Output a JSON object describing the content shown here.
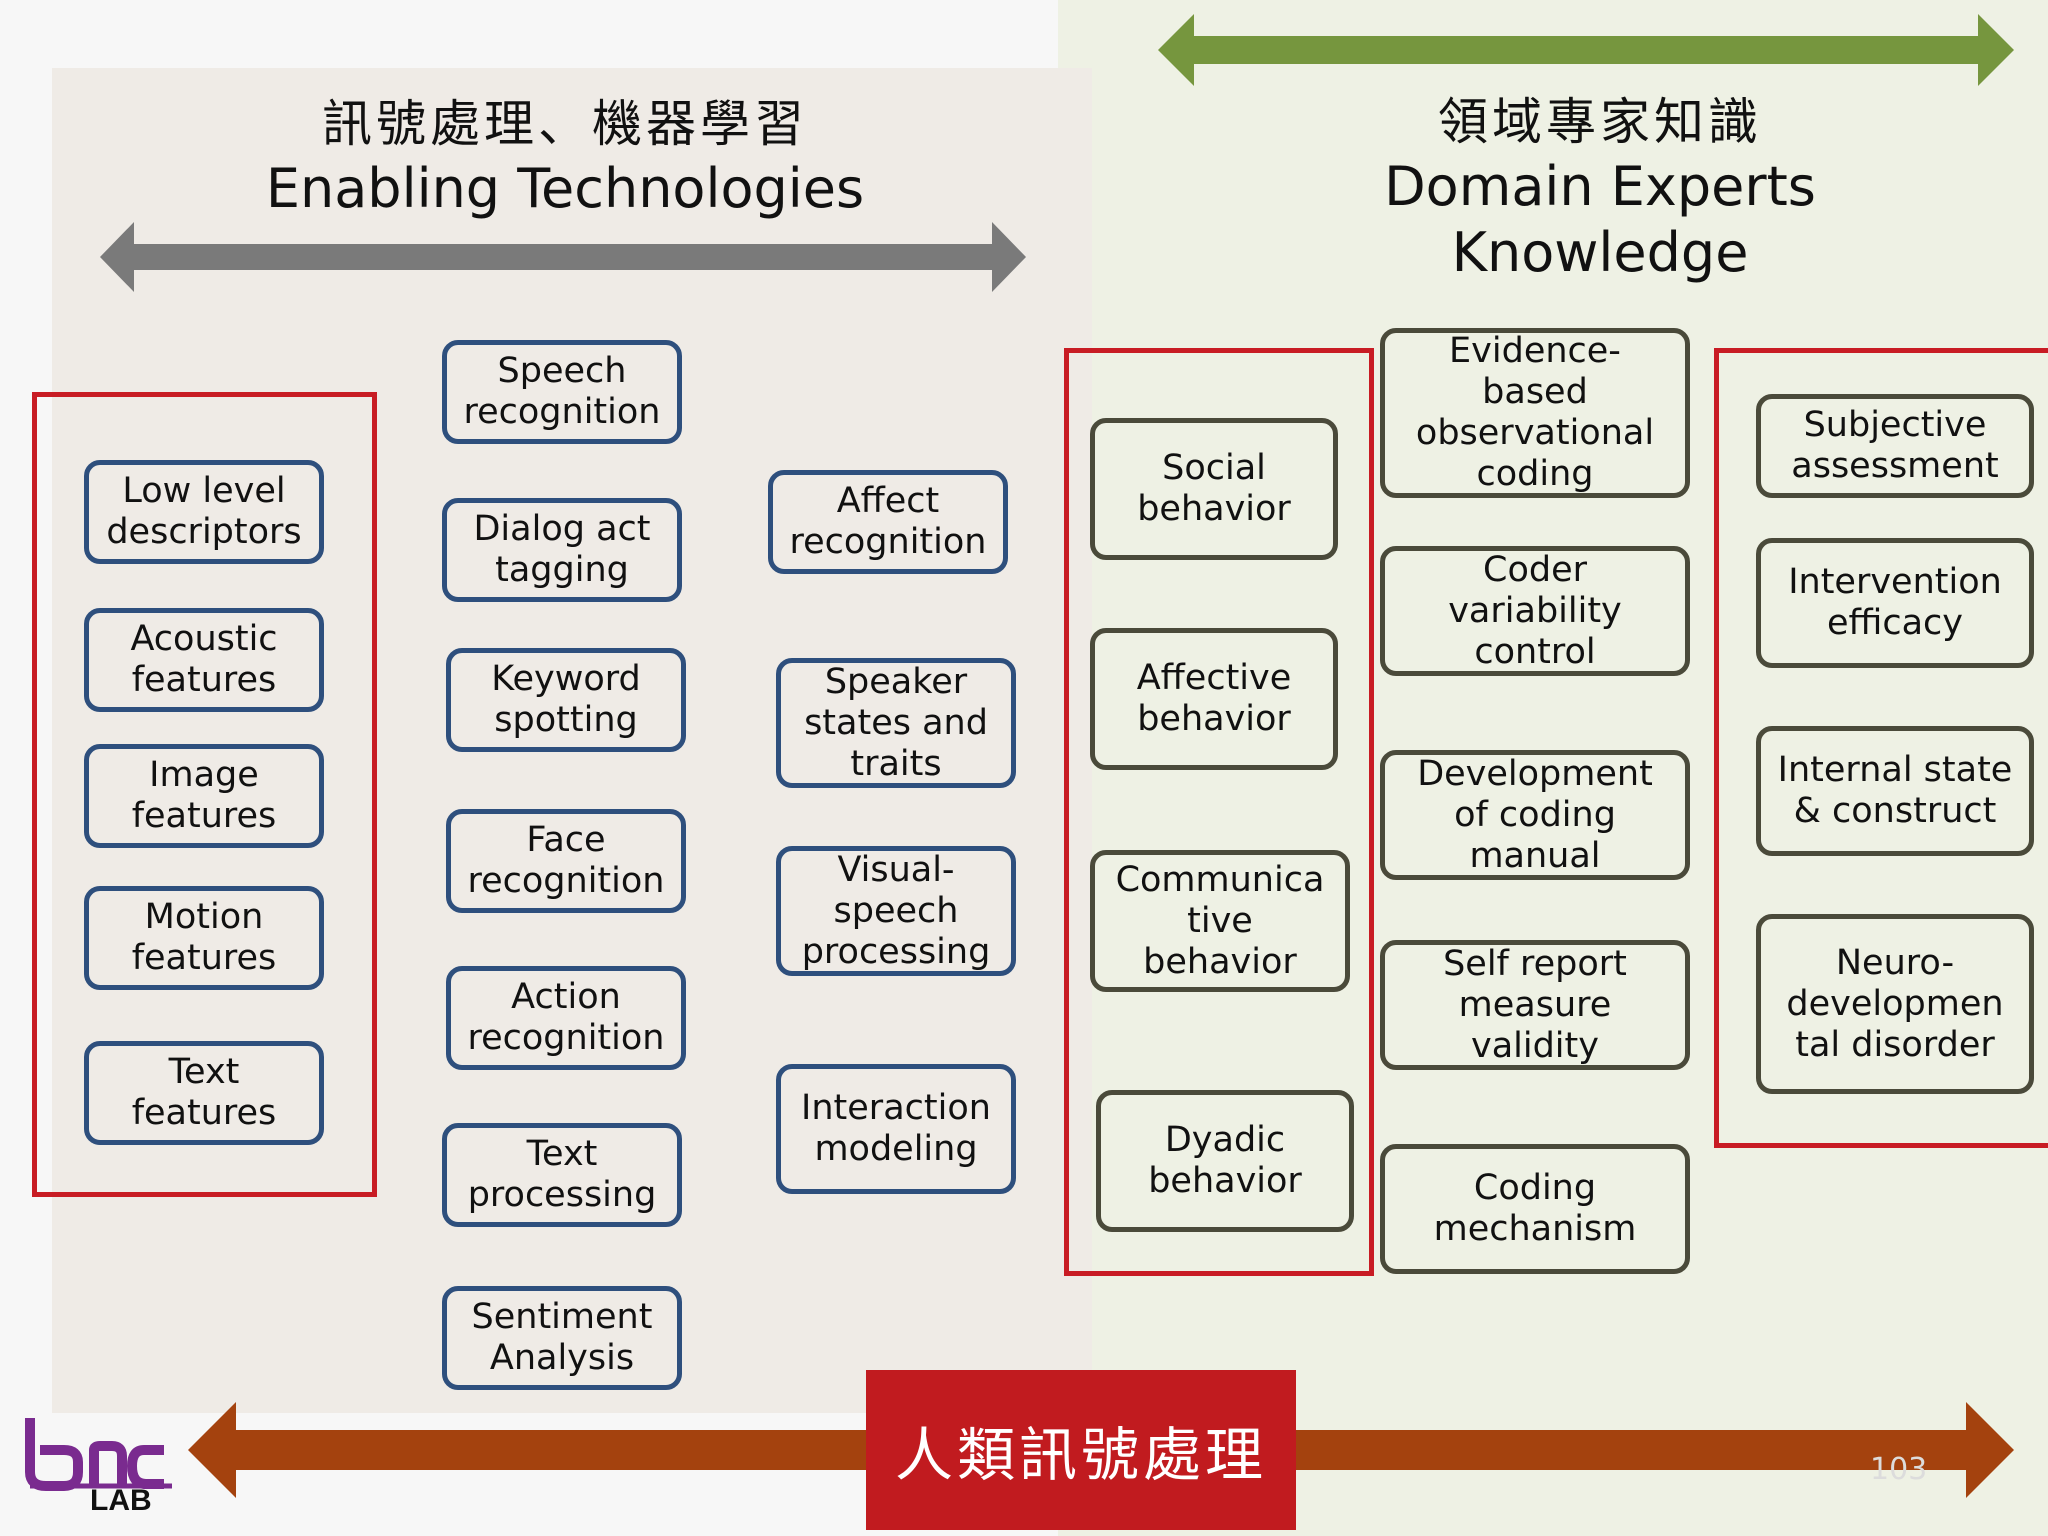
{
  "left": {
    "title_zh": "訊號處理、機器學習",
    "title_en": "Enabling Technologies",
    "features": [
      "Low level\ndescriptors",
      "Acoustic\nfeatures",
      "Image\nfeatures",
      "Motion\nfeatures",
      "Text\nfeatures"
    ],
    "technologies_col1": [
      "Speech\nrecognition",
      "Dialog act\ntagging",
      "Keyword\nspotting",
      "Face\nrecognition",
      "Action\nrecognition",
      "Text\nprocessing",
      "Sentiment\nAnalysis"
    ],
    "technologies_col2": [
      "Affect\nrecognition",
      "Speaker\nstates and\ntraits",
      "Visual-\nspeech\nprocessing",
      "Interaction\nmodeling"
    ]
  },
  "right": {
    "title_zh": "領域專家知識",
    "title_en": "Domain Experts Knowledge",
    "behaviors": [
      "Social\nbehavior",
      "Affective\nbehavior",
      "Communica\ntive\nbehavior",
      "Dyadic\nbehavior"
    ],
    "coding": [
      "Evidence-\nbased\nobservational\ncoding",
      "Coder\nvariability\ncontrol",
      "Development\nof coding\nmanual",
      "Self report\nmeasure\nvalidity",
      "Coding\nmechanism"
    ],
    "outcomes": [
      "Subjective\nassessment",
      "Intervention\nefficacy",
      "Internal state\n& construct",
      "Neuro-\ndevelopmen\ntal disorder"
    ]
  },
  "banner": {
    "label": "人類訊號處理"
  },
  "logo": {
    "text": "LAB"
  },
  "page_number": "103",
  "colors": {
    "gray_arrow": "#7a7a7a",
    "green_arrow": "#76963e",
    "orange_arrow": "#a4420e",
    "red_frame": "#c81c24",
    "blue_border": "#2e4f7d",
    "olive_border": "#4a4a3a",
    "banner": "#c11b1f"
  }
}
